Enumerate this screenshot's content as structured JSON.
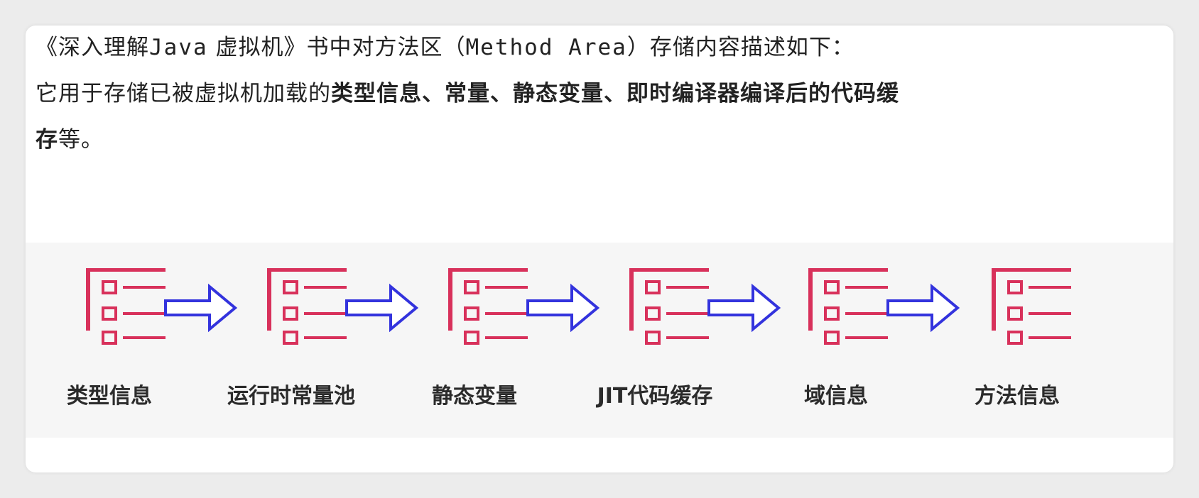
{
  "intro": {
    "line1": {
      "part1": "《深入理解",
      "java": "Java",
      "part2": "虚拟机》书中对方法区（",
      "method_area": "Method Area",
      "part3": "）存储内容描述如下："
    },
    "line2": {
      "normal": "它用于存储已被虚拟机加载的",
      "bold": "类型信息、常量、静态变量、即时编译器编译后的代码缓"
    },
    "line3": {
      "bold": "存",
      "normal": "等。"
    }
  },
  "flow": {
    "icon": "list-icon",
    "arrow": "right-arrow-icon",
    "colors": {
      "icon": "#d8315b",
      "arrow_stroke": "#3333dd",
      "background": "#f6f6f6"
    },
    "items": [
      {
        "label": "类型信息"
      },
      {
        "label": "运行时常量池"
      },
      {
        "label": "静态变量"
      },
      {
        "label": "JIT代码缓存"
      },
      {
        "label": "域信息"
      },
      {
        "label": "方法信息"
      }
    ]
  }
}
